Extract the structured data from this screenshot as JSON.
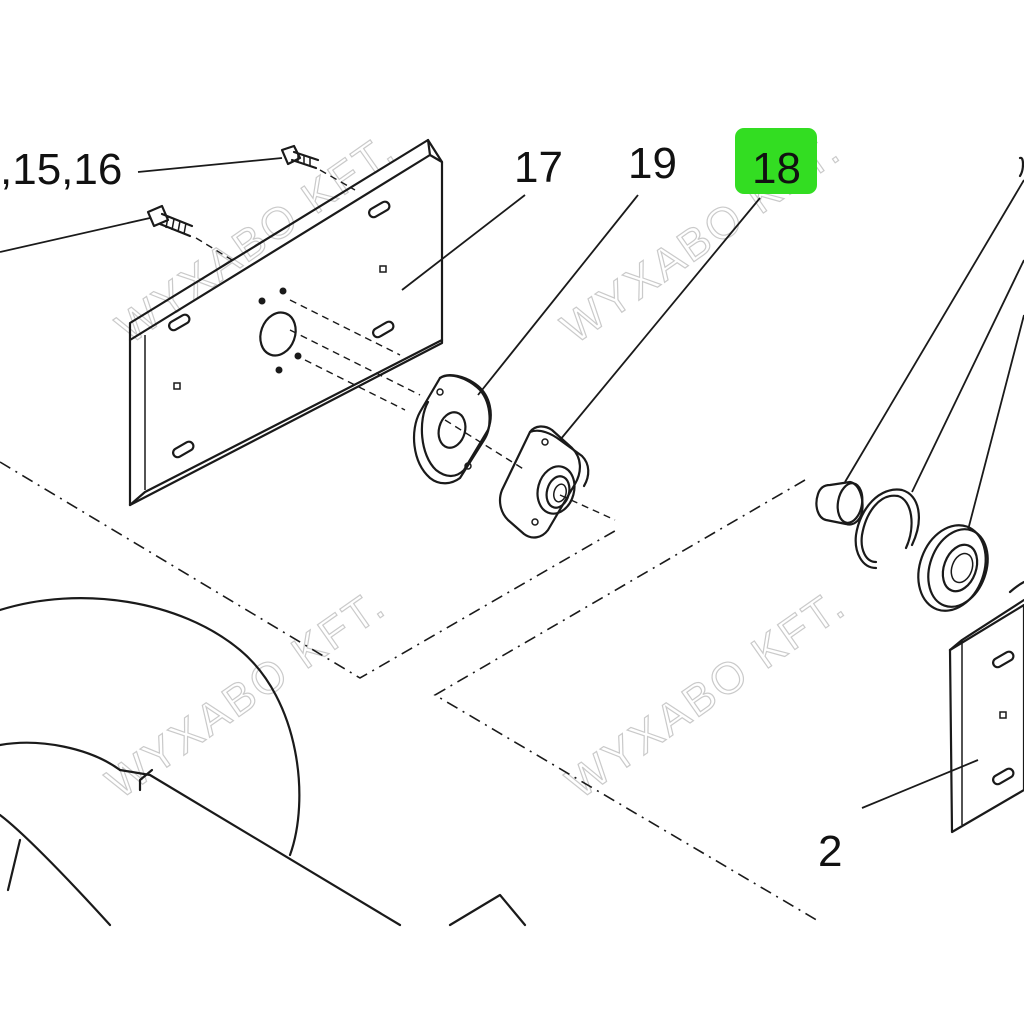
{
  "callouts": {
    "c_15_16": ",15,16",
    "c_17": "17",
    "c_19": "19",
    "c_18": "18",
    "c_2": "2"
  },
  "highlight": {
    "callout": "18",
    "color": "#33dd22"
  },
  "watermark": {
    "text": "WYXABO KFT."
  },
  "colors": {
    "line": "#1a1a1a",
    "background": "#ffffff",
    "watermark": "#bdbdbd"
  }
}
